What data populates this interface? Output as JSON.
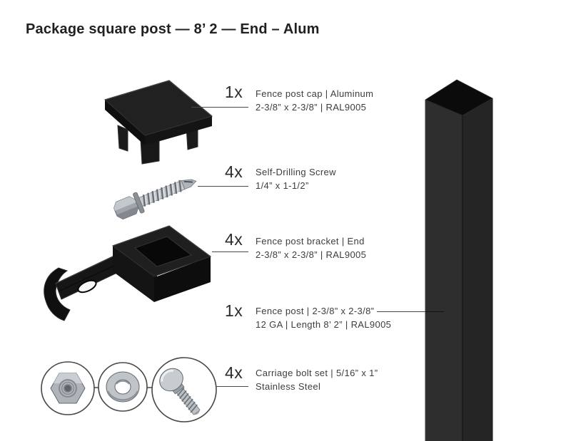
{
  "title": "Package square post — 8’ 2 — End – Alum",
  "items": [
    {
      "id": "fence-post-cap",
      "qty": "1x",
      "line1": "Fence post cap | Aluminum",
      "line2": "2-3/8” x 2-3/8” | RAL9005"
    },
    {
      "id": "self-drilling-screw",
      "qty": "4x",
      "line1": "Self-Drilling Screw",
      "line2": "1/4” x 1-1/2”"
    },
    {
      "id": "fence-post-bracket",
      "qty": "4x",
      "line1": "Fence post bracket | End",
      "line2": "2-3/8” x 2-3/8” | RAL9005"
    },
    {
      "id": "fence-post",
      "qty": "1x",
      "line1": "Fence post | 2-3/8” x 2-3/8”",
      "line2": "12 GA | Length 8’ 2” | RAL9005"
    },
    {
      "id": "carriage-bolt-set",
      "qty": "4x",
      "line1": "Carriage bolt set | 5/16” x 1”",
      "line2": "Stainless Steel"
    }
  ],
  "colors": {
    "background": "#ffffff",
    "title_ink": "#212121",
    "label_ink": "#3d3d3d",
    "leader_line": "#4a4a4a",
    "part_black": "#1a1a1a",
    "metal_silver": "#c0c5ca"
  }
}
